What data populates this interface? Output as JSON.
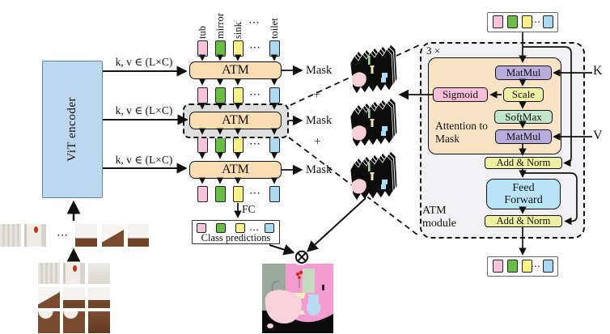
{
  "palette": {
    "token_pink": "#F6C3DA",
    "token_green": "#6ABD45",
    "token_yellow": "#F7F287",
    "token_blue": "#ABD9F0",
    "vit_fill": "#BDD7EE",
    "atm_fill": "#FBDDB3",
    "attention_fill": "#F9E3C7",
    "matmul_fill": "#B8ACDC",
    "sigmoid_fill": "#F8BDD7",
    "scale_fill": "#EEF0A4",
    "softmax_fill": "#C1E6C9",
    "addnorm_fill": "#EEF0A6",
    "feedforward_fill": "#B9E3F6",
    "panel_fill": "#F1F1F3"
  },
  "encoder_label": "ViT encoder",
  "kv_label": "k, v ∈ (L×C)",
  "token_labels": [
    "tub",
    "mirror",
    "sink",
    "toilet"
  ],
  "dots": "⋯",
  "atm_label": "ATM",
  "mask_label": "Mask",
  "plus": "+",
  "fc_label": "FC",
  "class_predictions_label": "Class predictions",
  "multiply_symbol": "⊗",
  "panel": {
    "repeat_label": "3 ×",
    "matmul_label": "MatMul",
    "scale_label": "Scale",
    "sigmoid_label": "Sigmoid",
    "softmax_label": "SoftMax",
    "attention_caption": "Attention to Mask",
    "addnorm_label": "Add & Norm",
    "feedforward_label": "Feed Forward",
    "module_caption": "ATM module",
    "k_label": "K",
    "v_label": "V"
  }
}
